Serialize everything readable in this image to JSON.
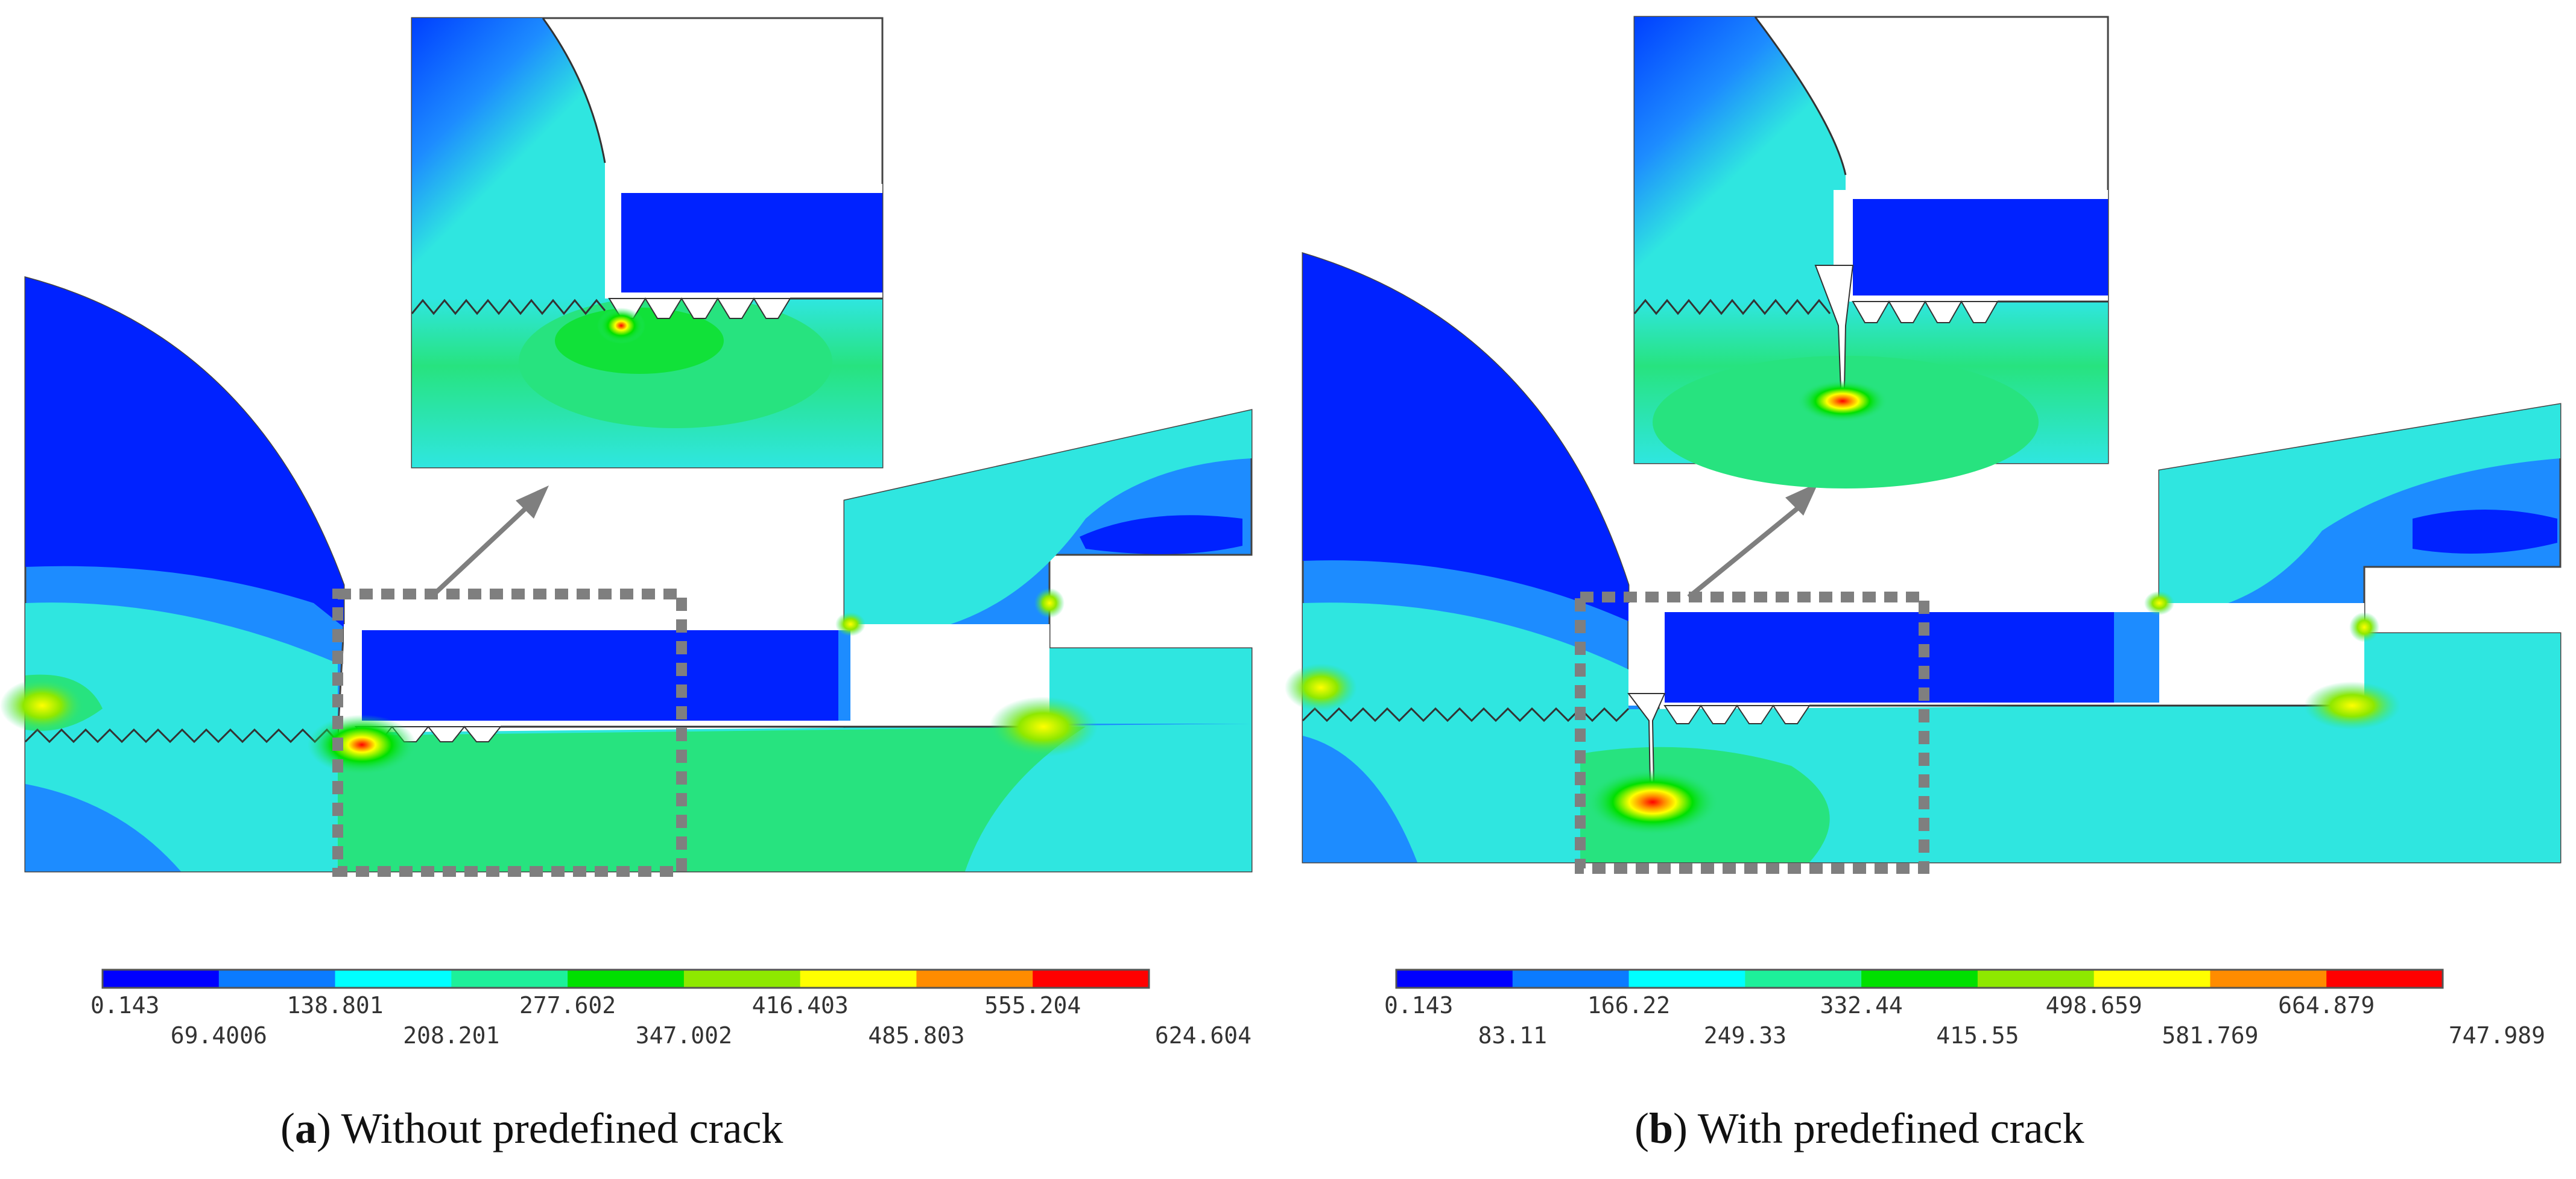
{
  "panels": [
    {
      "id": "a",
      "caption_letter": "a",
      "caption_text": "Without predefined crack",
      "colorbar_labels": [
        "0.143",
        "69.4006",
        "138.801",
        "208.201",
        "277.602",
        "347.002",
        "416.403",
        "485.803",
        "555.204",
        "624.604"
      ]
    },
    {
      "id": "b",
      "caption_letter": "b",
      "caption_text": "With predefined crack",
      "colorbar_labels": [
        "0.143",
        "83.11",
        "166.22",
        "249.33",
        "332.44",
        "415.55",
        "498.659",
        "581.769",
        "664.879",
        "747.989"
      ]
    }
  ],
  "colormap": [
    "#0000ff",
    "#0b7bff",
    "#00ffff",
    "#1df09a",
    "#00e000",
    "#8ee800",
    "#ffff00",
    "#ff8c00",
    "#ff0000"
  ],
  "colors": {
    "background": "#0022ff",
    "mid_field": "#2fe6e0",
    "low_field": "#1d8cff",
    "high_field": "#27e37f",
    "box_stroke": "#7f7f7f"
  }
}
